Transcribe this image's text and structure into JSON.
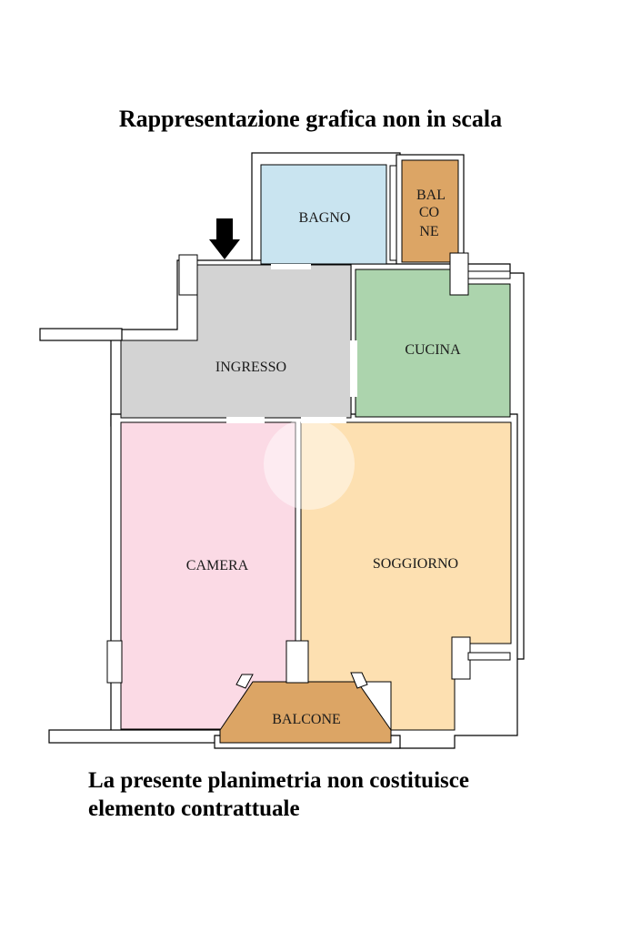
{
  "header": {
    "title": "Rappresentazione grafica non in scala"
  },
  "rooms": {
    "bagno": {
      "label": "BAGNO",
      "color": "#c9e4f0"
    },
    "balcone_small": {
      "lines": [
        "BAL",
        "CO",
        "NE"
      ],
      "color": "#dca565"
    },
    "ingresso": {
      "label": "INGRESSO",
      "color": "#d3d3d3"
    },
    "cucina": {
      "label": "CUCINA",
      "color": "#acd4ad"
    },
    "camera": {
      "label": "CAMERA",
      "color": "#fbdae5"
    },
    "soggiorno": {
      "label": "SOGGIORNO",
      "color": "#fde0b1"
    },
    "balcone": {
      "label": "BALCONE",
      "color": "#dca565"
    }
  },
  "footer": {
    "line1": "La presente planimetria non costituisce",
    "line2": "elemento contrattuale"
  },
  "colors": {
    "wall": "#ffffff",
    "outline": "#000000"
  }
}
